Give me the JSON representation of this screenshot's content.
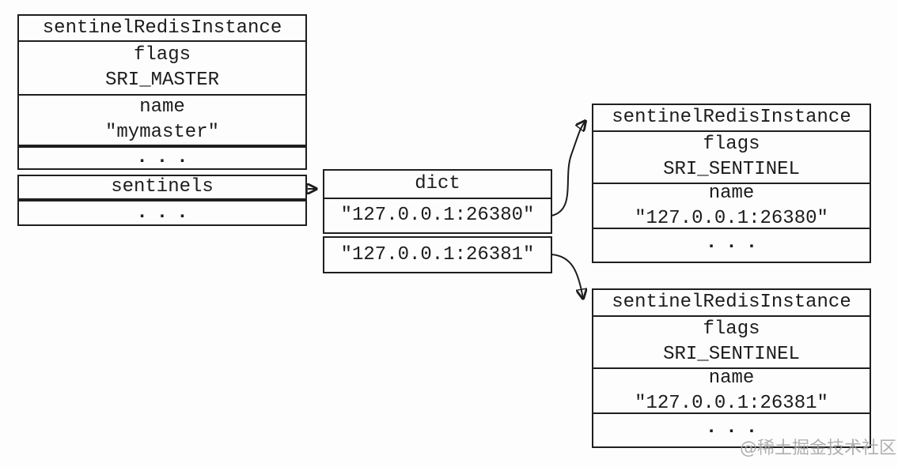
{
  "colors": {
    "line": "#1f1f1f",
    "text": "#1c1c1c",
    "watermark": "#a2a2a2",
    "background": "#fdfdfd"
  },
  "watermark": "@稀土掘金技术社区",
  "boxes": {
    "master": {
      "title": "sentinelRedisInstance",
      "flags_label": "flags",
      "flags_value": "SRI_MASTER",
      "name_label": "name",
      "name_value": "\"mymaster\"",
      "ellipsis1": "...",
      "sentinels_label": "sentinels",
      "ellipsis2": "..."
    },
    "dict": {
      "title": "dict",
      "entry1": "\"127.0.0.1:26380\"",
      "entry2": "\"127.0.0.1:26381\""
    },
    "sentinel1": {
      "title": "sentinelRedisInstance",
      "flags_label": "flags",
      "flags_value": "SRI_SENTINEL",
      "name_label": "name",
      "name_value": "\"127.0.0.1:26380\"",
      "ellipsis": "..."
    },
    "sentinel2": {
      "title": "sentinelRedisInstance",
      "flags_label": "flags",
      "flags_value": "SRI_SENTINEL",
      "name_label": "name",
      "name_value": "\"127.0.0.1:26381\"",
      "ellipsis": "..."
    }
  },
  "edges": [
    {
      "from": "master.sentinels",
      "to": "dict"
    },
    {
      "from": "dict.entry1",
      "to": "sentinel1"
    },
    {
      "from": "dict.entry2",
      "to": "sentinel2"
    }
  ]
}
